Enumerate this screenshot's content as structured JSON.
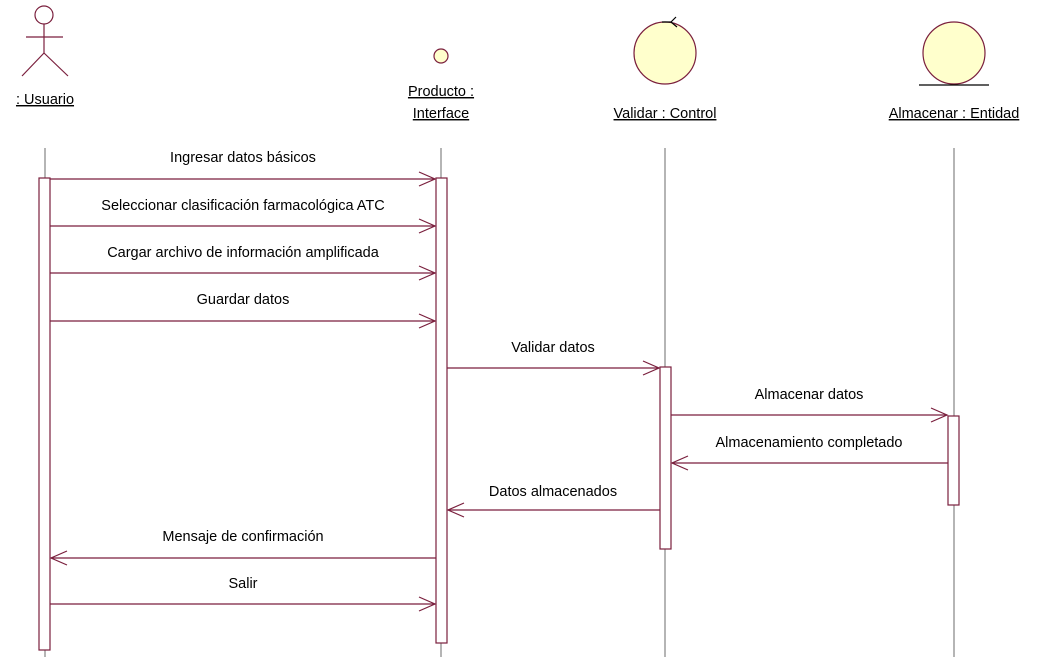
{
  "colors": {
    "line": "#7a1f3d",
    "lifeline": "#6b6b6b",
    "figure_fill": "#ffffcc",
    "figure_stroke": "#7a1f3d",
    "text": "#000000",
    "background": "#ffffff"
  },
  "participants": [
    {
      "id": "usuario",
      "label_lines": [
        ": Usuario"
      ],
      "icon": "actor-icon"
    },
    {
      "id": "producto",
      "label_lines": [
        "Producto :",
        "Interface"
      ],
      "icon": "boundary-icon"
    },
    {
      "id": "validar",
      "label_lines": [
        "Validar : Control"
      ],
      "icon": "control-icon"
    },
    {
      "id": "almacenar",
      "label_lines": [
        "Almacenar : Entidad"
      ],
      "icon": "entity-icon"
    }
  ],
  "messages": [
    {
      "from": "usuario",
      "to": "producto",
      "label": "Ingresar datos básicos"
    },
    {
      "from": "usuario",
      "to": "producto",
      "label": "Seleccionar clasificación farmacológica ATC"
    },
    {
      "from": "usuario",
      "to": "producto",
      "label": "Cargar archivo de información amplificada"
    },
    {
      "from": "usuario",
      "to": "producto",
      "label": "Guardar datos"
    },
    {
      "from": "producto",
      "to": "validar",
      "label": "Validar datos"
    },
    {
      "from": "validar",
      "to": "almacenar",
      "label": "Almacenar datos"
    },
    {
      "from": "almacenar",
      "to": "validar",
      "label": "Almacenamiento completado"
    },
    {
      "from": "validar",
      "to": "producto",
      "label": "Datos almacenados"
    },
    {
      "from": "producto",
      "to": "usuario",
      "label": "Mensaje de confirmación"
    },
    {
      "from": "usuario",
      "to": "producto",
      "label": "Salir"
    }
  ]
}
